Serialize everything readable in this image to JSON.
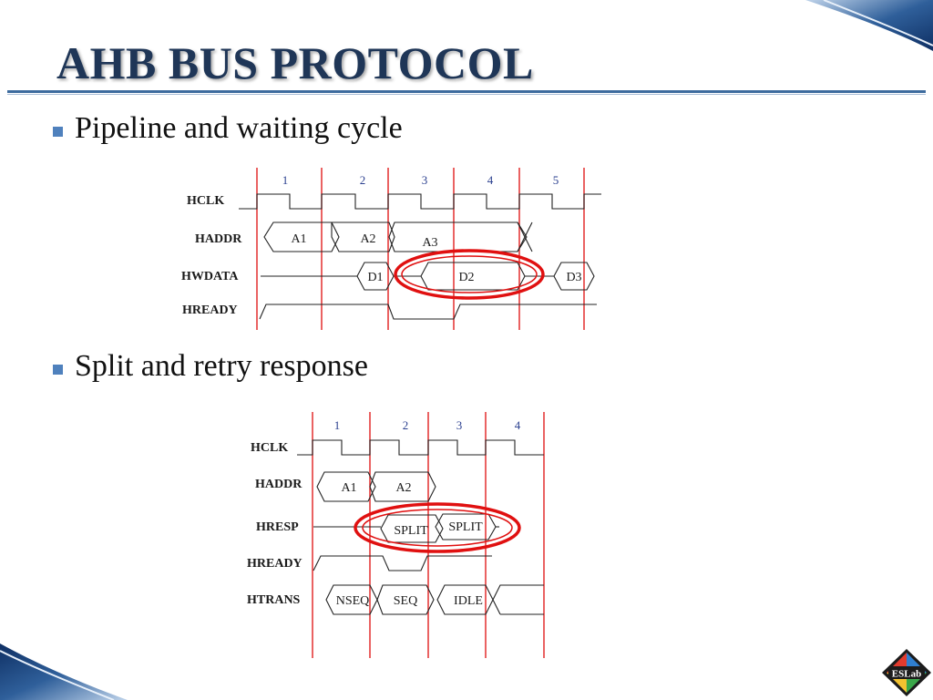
{
  "slide": {
    "title": "AHB BUS PROTOCOL",
    "bullets": [
      {
        "text": "Pipeline and waiting cycle"
      },
      {
        "text": "Split and retry response"
      }
    ]
  },
  "diagram1": {
    "cycles": [
      "1",
      "2",
      "3",
      "4",
      "5"
    ],
    "signals": [
      "HCLK",
      "HADDR",
      "HWDATA",
      "HREADY"
    ],
    "haddr": [
      "A1",
      "A2",
      "A3"
    ],
    "hwdata": [
      "D1",
      "D2",
      "D3"
    ]
  },
  "diagram2": {
    "cycles": [
      "1",
      "2",
      "3",
      "4"
    ],
    "signals": [
      "HCLK",
      "HADDR",
      "HRESP",
      "HREADY",
      "HTRANS"
    ],
    "haddr": [
      "A1",
      "A2"
    ],
    "hresp": [
      "SPLIT",
      "SPLIT"
    ],
    "htrans": [
      "NSEQ",
      "SEQ",
      "IDLE"
    ]
  },
  "logo": {
    "text": "ESLab"
  },
  "colors": {
    "title": "#1f3657",
    "bullet": "#4f81bd",
    "highlight": "#e01010",
    "cycle_marker": "#e02020"
  }
}
